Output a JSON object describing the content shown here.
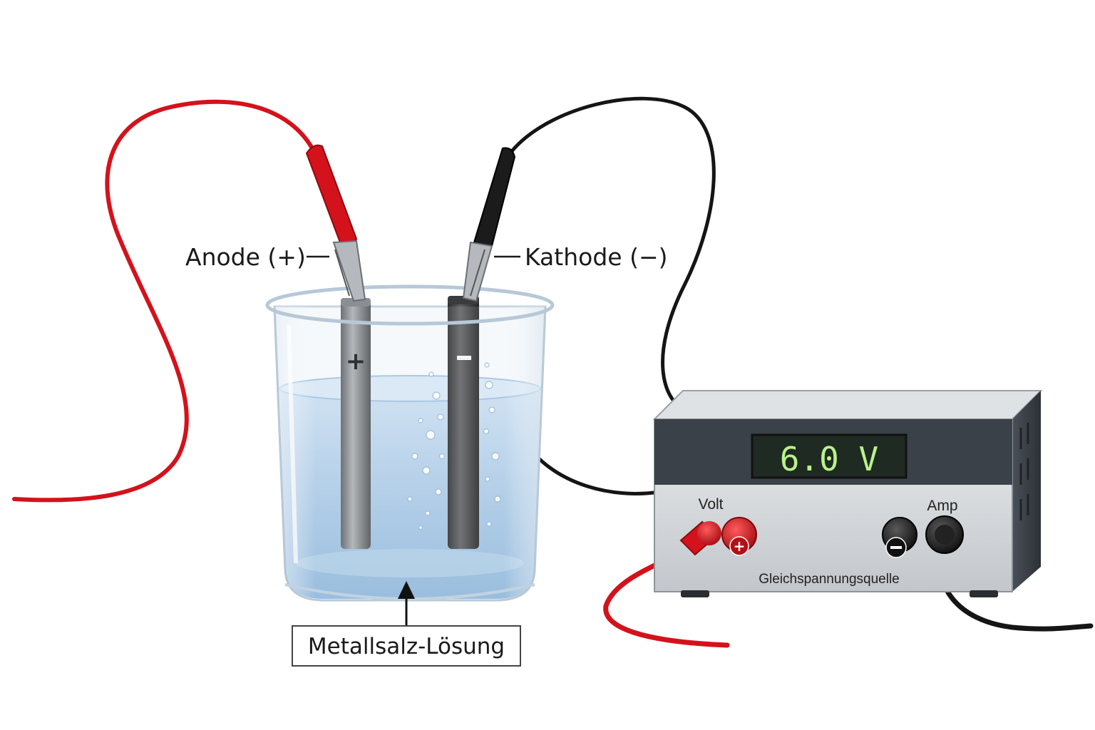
{
  "labels": {
    "anode": "Anode (+)",
    "cathode": "Kathode (−)",
    "solution": "Metallsalz-Lösung"
  },
  "electrodes": {
    "anode_sign": "+",
    "cathode_sign": "−"
  },
  "power_supply": {
    "display": "6.0 V",
    "volt_label": "Volt",
    "amp_label": "Amp",
    "name": "Gleichspannungsquelle",
    "plus_sign": "+",
    "minus_sign": "−"
  },
  "colors": {
    "positive_wire": "#d4121b",
    "negative_wire": "#151515",
    "solution": "#9cc0e0",
    "lcd_text": "#b9f28a"
  }
}
